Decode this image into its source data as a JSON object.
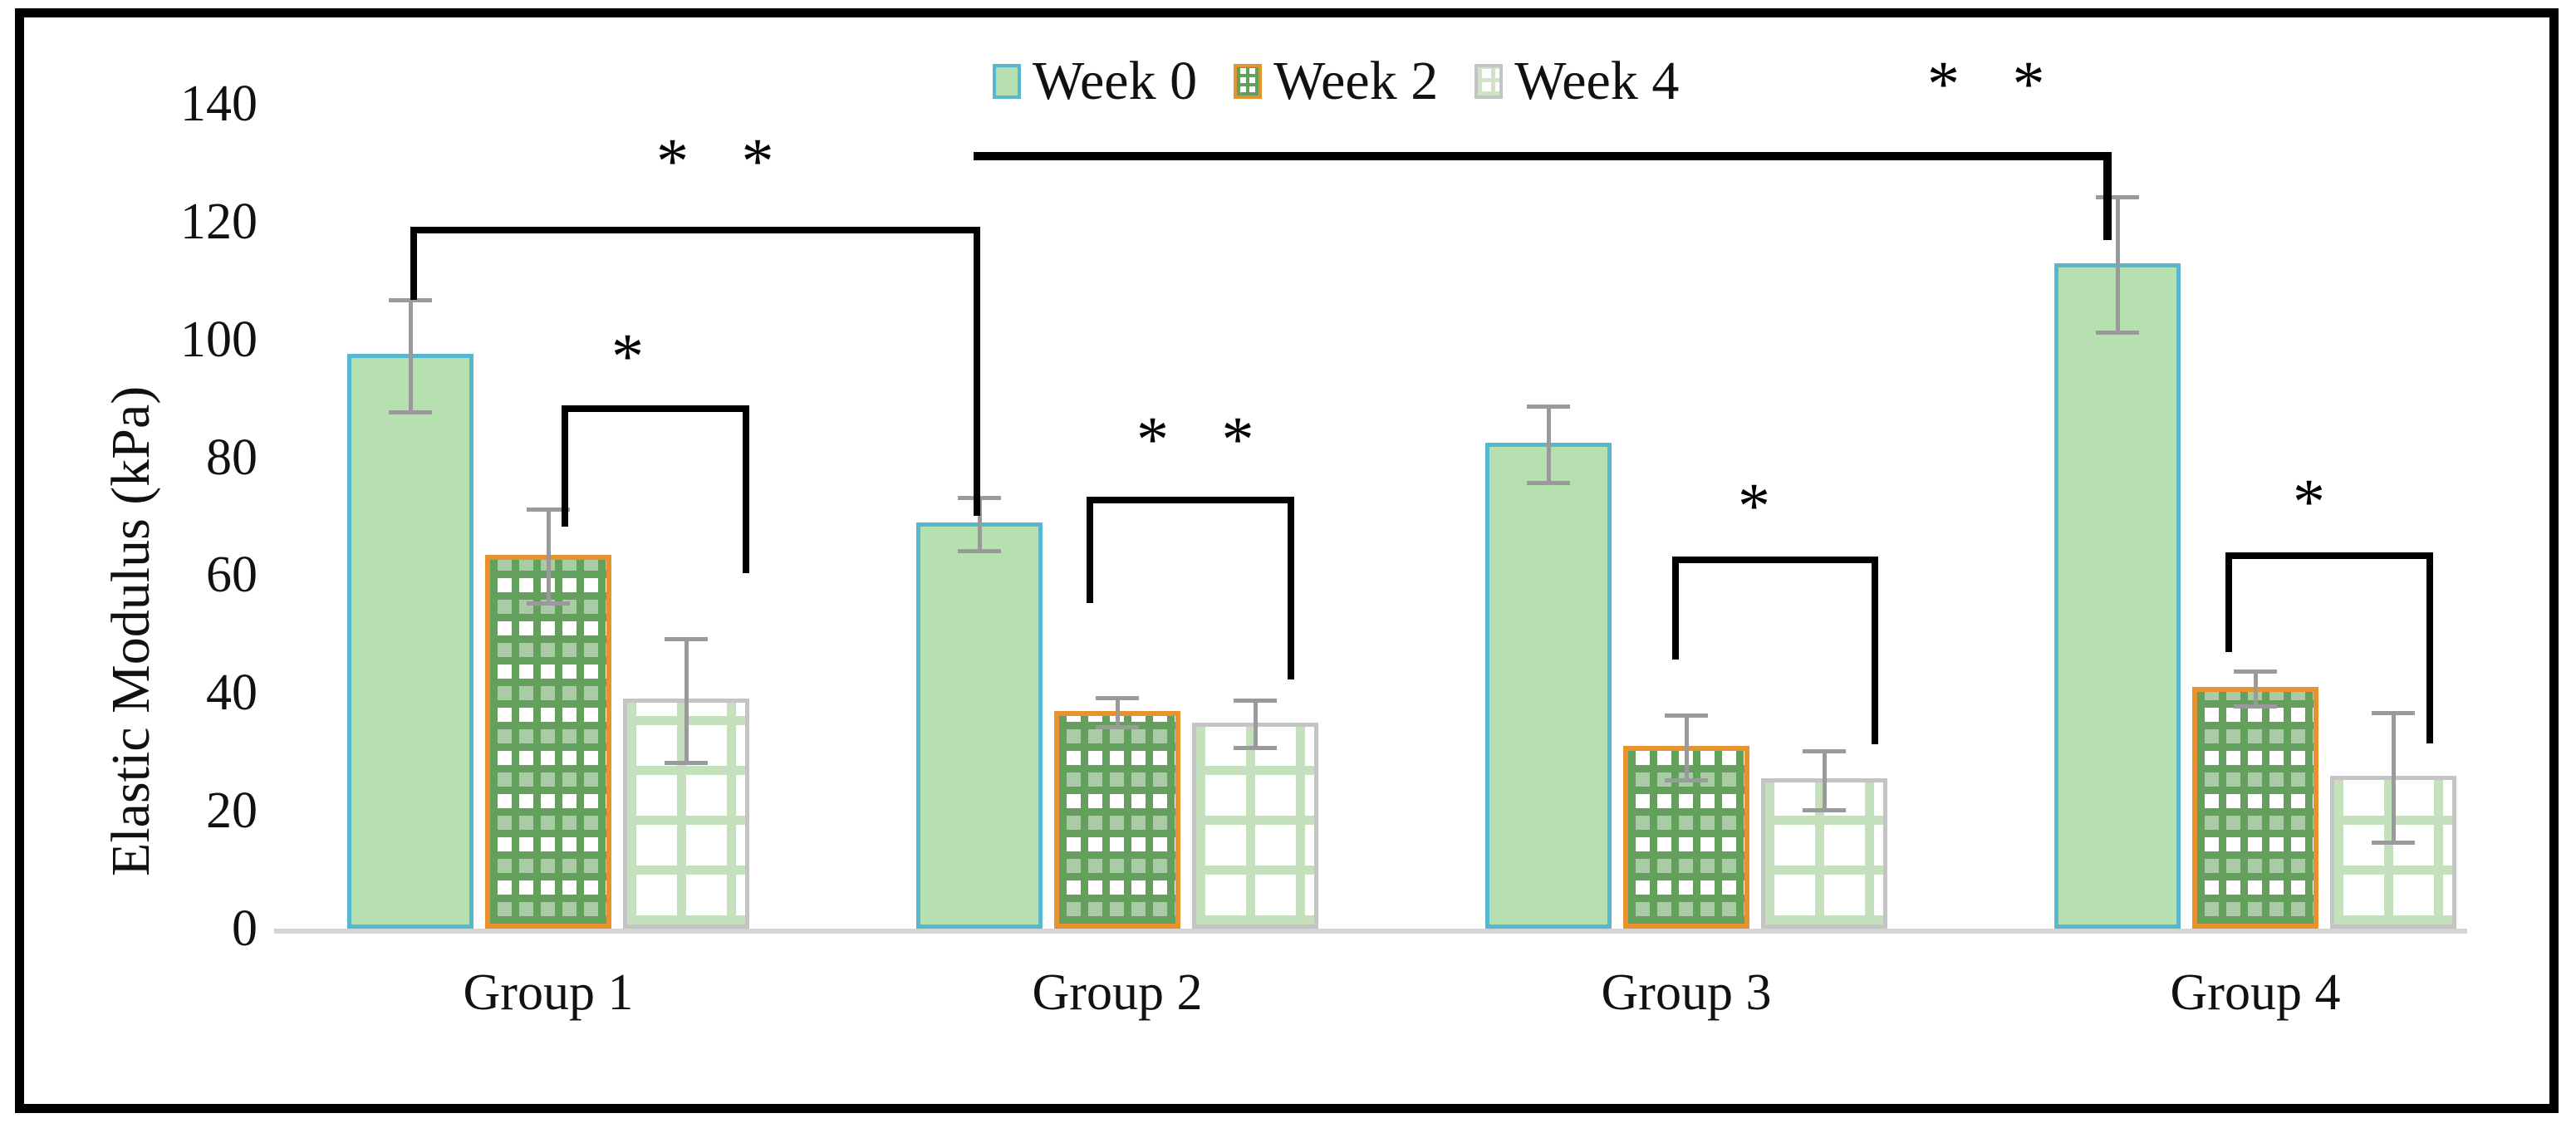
{
  "chart_data": {
    "type": "bar",
    "title": "",
    "xlabel": "",
    "ylabel": "Elastic Modulus (kPa)",
    "ylim": [
      0,
      140
    ],
    "ytick_labels": [
      "140",
      "120",
      "100",
      "80",
      "60",
      "40",
      "20",
      "0"
    ],
    "ytick_values": [
      140,
      120,
      100,
      80,
      60,
      40,
      20,
      0
    ],
    "grid": false,
    "legend_position": "top-center",
    "categories": [
      "Group 1",
      "Group 2",
      "Group 3",
      "Group 4"
    ],
    "series": [
      {
        "name": "Week 0",
        "values": [
          97.5,
          69.0,
          82.5,
          113.0
        ],
        "errors": [
          9.5,
          4.5,
          6.5,
          11.5
        ],
        "fill": "#b6e0b0",
        "border": "#56b8cf",
        "pattern": "solid"
      },
      {
        "name": "Week 2",
        "values": [
          63.5,
          37.0,
          31.0,
          41.0
        ],
        "errors": [
          8.0,
          2.5,
          5.5,
          3.0
        ],
        "fill": "#63a05b",
        "border": "#e8912f",
        "pattern": "basket-weave"
      },
      {
        "name": "Week 4",
        "values": [
          39.0,
          35.0,
          25.5,
          26.0
        ],
        "errors": [
          10.5,
          4.0,
          5.0,
          11.0
        ],
        "fill": "#c5e0bd",
        "border": "#c4c4c4",
        "pattern": "grid"
      }
    ],
    "annotations": [
      {
        "id": "sig-g1w0-g2w0",
        "label": "* *",
        "from": {
          "group": "Group 1",
          "series": "Week 0"
        },
        "to": {
          "group": "Group 2",
          "series": "Week 0"
        }
      },
      {
        "id": "sig-g1w2-g1w4",
        "label": "*",
        "from": {
          "group": "Group 1",
          "series": "Week 2"
        },
        "to": {
          "group": "Group 1",
          "series": "Week 4"
        }
      },
      {
        "id": "sig-g2w2-g2w4",
        "label": "* *",
        "from": {
          "group": "Group 2",
          "series": "Week 2"
        },
        "to": {
          "group": "Group 2",
          "series": "Week 4"
        }
      },
      {
        "id": "sig-g2w0-g4w0",
        "label": "* *",
        "from": {
          "group": "Group 2",
          "series": "Week 0"
        },
        "to": {
          "group": "Group 4",
          "series": "Week 0"
        }
      },
      {
        "id": "sig-g3w2-g3w4",
        "label": "*",
        "from": {
          "group": "Group 3",
          "series": "Week 2"
        },
        "to": {
          "group": "Group 3",
          "series": "Week 4"
        }
      },
      {
        "id": "sig-g4w2-g4w4",
        "label": "*",
        "from": {
          "group": "Group 4",
          "series": "Week 2"
        },
        "to": {
          "group": "Group 4",
          "series": "Week 4"
        }
      }
    ]
  },
  "axis": {
    "y_title": "Elastic Modulus (kPa)",
    "y_labels": [
      "140",
      "120",
      "100",
      "80",
      "60",
      "40",
      "20",
      "0"
    ],
    "x_labels": [
      "Group 1",
      "Group 2",
      "Group 3",
      "Group 4"
    ]
  },
  "legend": {
    "items": [
      {
        "label": "Week 0",
        "swatch": "week0-swatch-icon"
      },
      {
        "label": "Week 2",
        "swatch": "week2-swatch-icon"
      },
      {
        "label": "Week 4",
        "swatch": "week4-swatch-icon"
      }
    ]
  },
  "significance": {
    "bracket_1_label": "* *",
    "bracket_2_label": "*",
    "bracket_3_label": "* *",
    "bracket_4_label": "* *",
    "bracket_5_label": "*",
    "bracket_6_label": "*"
  }
}
